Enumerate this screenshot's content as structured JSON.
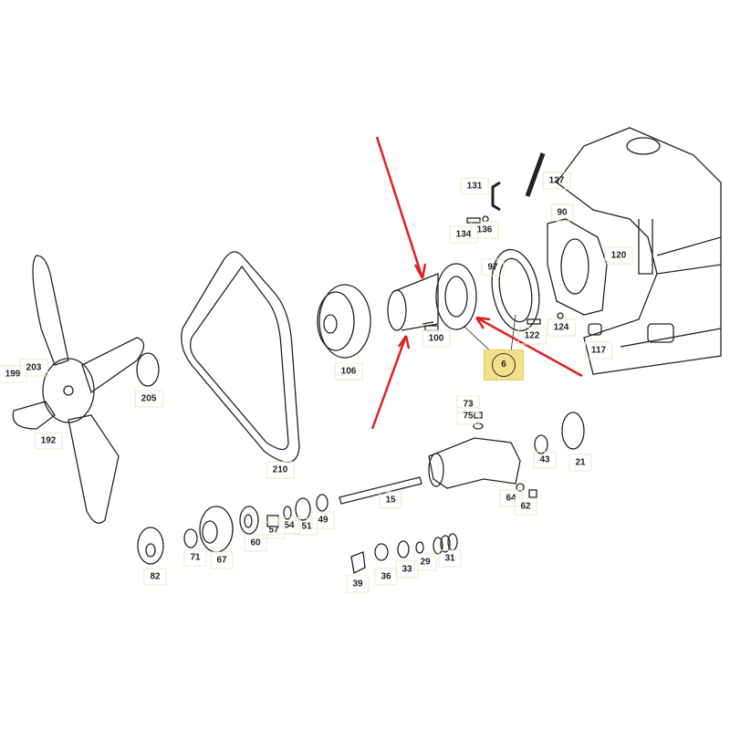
{
  "diagram": {
    "title_visible": false,
    "accent_color": "#e02020",
    "highlight_color": "#f5e08a"
  },
  "labels": {
    "l199": "199",
    "l203": "203",
    "l205": "205",
    "l192": "192",
    "l106": "106",
    "l210": "210",
    "l131": "131",
    "l134": "134",
    "l136": "136",
    "l127": "127",
    "l90": "90",
    "l120": "120",
    "l97": "97",
    "l100": "100",
    "l122": "122",
    "l124": "124",
    "l117": "117",
    "l6": "6",
    "l73": "73",
    "l75": "75",
    "l43": "43",
    "l21": "21",
    "l64": "64",
    "l62": "62",
    "l15": "15",
    "l49": "49",
    "l51": "51",
    "l54": "54",
    "l57": "57",
    "l60": "60",
    "l67": "67",
    "l71": "71",
    "l82": "82",
    "l39": "39",
    "l36": "36",
    "l33": "33",
    "l29": "29",
    "l31": "31"
  }
}
